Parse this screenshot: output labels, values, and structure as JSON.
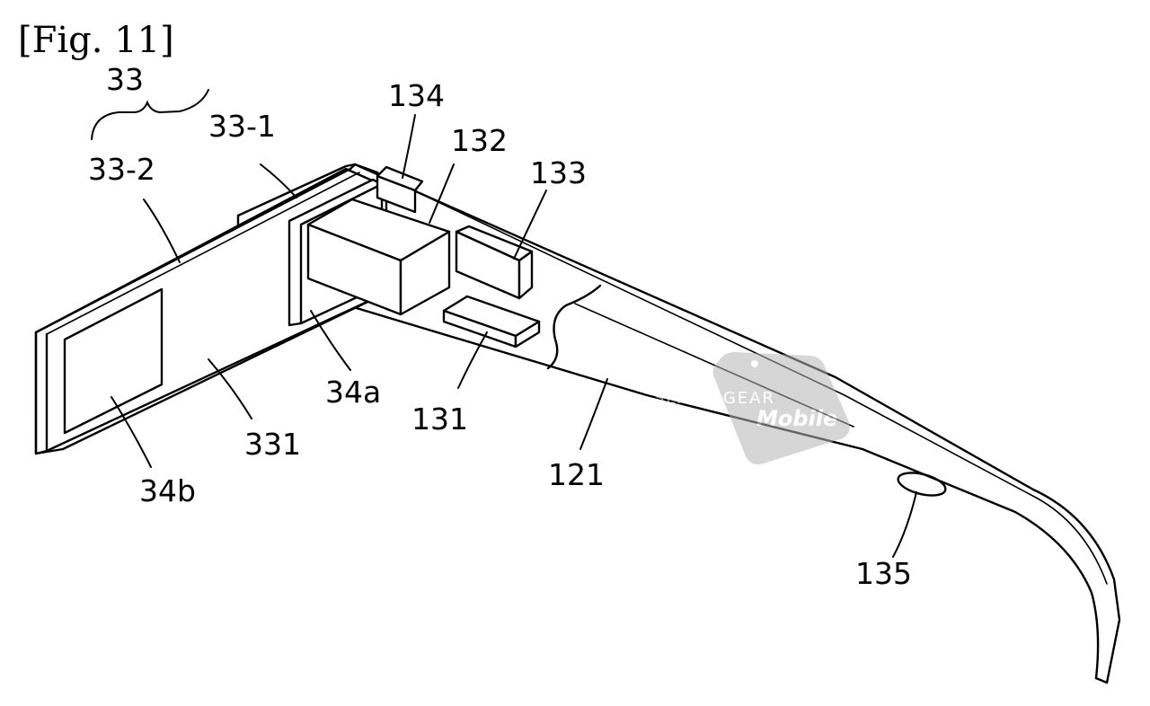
{
  "figure": {
    "title": "[Fig. 11]"
  },
  "labels": {
    "l33": "33",
    "l33_1": "33-1",
    "l33_2": "33-2",
    "l134": "134",
    "l132": "132",
    "l133": "133",
    "l34a": "34a",
    "l131": "131",
    "l331": "331",
    "l34b": "34b",
    "l121": "121",
    "l135": "135"
  },
  "watermark": {
    "brand": "SLASH GEAR",
    "sub": "Mobile"
  },
  "colors": {
    "line": "#000000",
    "background": "#ffffff",
    "watermark": "#c8c8c8"
  }
}
